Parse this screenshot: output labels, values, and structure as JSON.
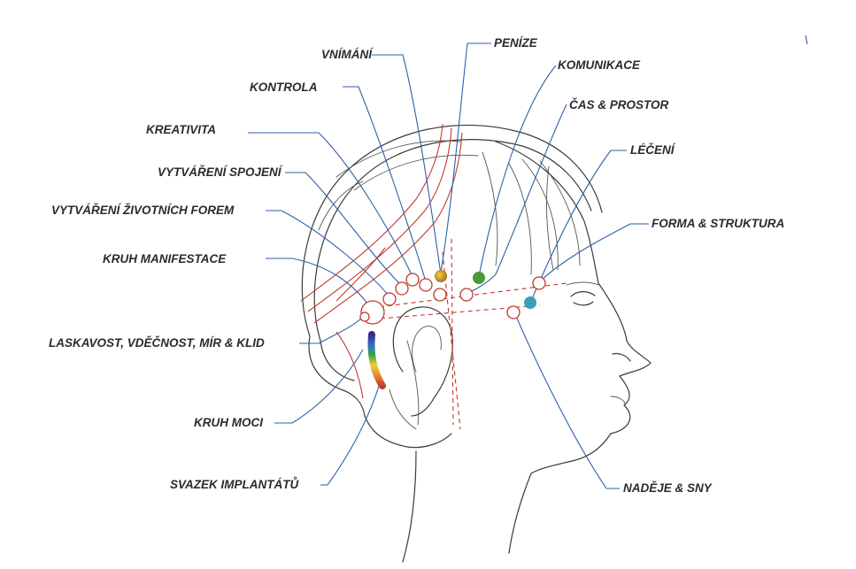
{
  "labels": {
    "vnimani": "VNÍMÁNÍ",
    "penize": "PENÍZE",
    "komunikace": "KOMUNIKACE",
    "kontrola": "KONTROLA",
    "cas_prostor": "ČAS & PROSTOR",
    "kreativita": "KREATIVITA",
    "leceni": "LÉČENÍ",
    "vytvareni_spojeni": "VYTVÁŘENÍ SPOJENÍ",
    "vytvareni_zivotnich_forem": "VYTVÁŘENÍ ŽIVOTNÍCH FOREM",
    "forma_struktura": "FORMA & STRUKTURA",
    "kruh_manifestace": "KRUH MANIFESTACE",
    "laskavost": "LASKAVOST, VDĚČNOST, MÍR & KLID",
    "kruh_moci": "KRUH MOCI",
    "svazek_implantatu": "SVAZEK IMPLANTÁTŮ",
    "nadeje_sny": "NADĚJE & SNY"
  },
  "colors": {
    "leader": "#2d5fa8",
    "marker_ring": "#c0392b",
    "penize_dot": "#c89a1a",
    "komunikace_dot": "#4a9a3a",
    "leceni_dot": "#3aa0b8",
    "sketch": "#3a3a3a"
  },
  "icons": {
    "head": "head-profile-sketch",
    "implant_bundle": "rainbow-gradient-bar"
  }
}
